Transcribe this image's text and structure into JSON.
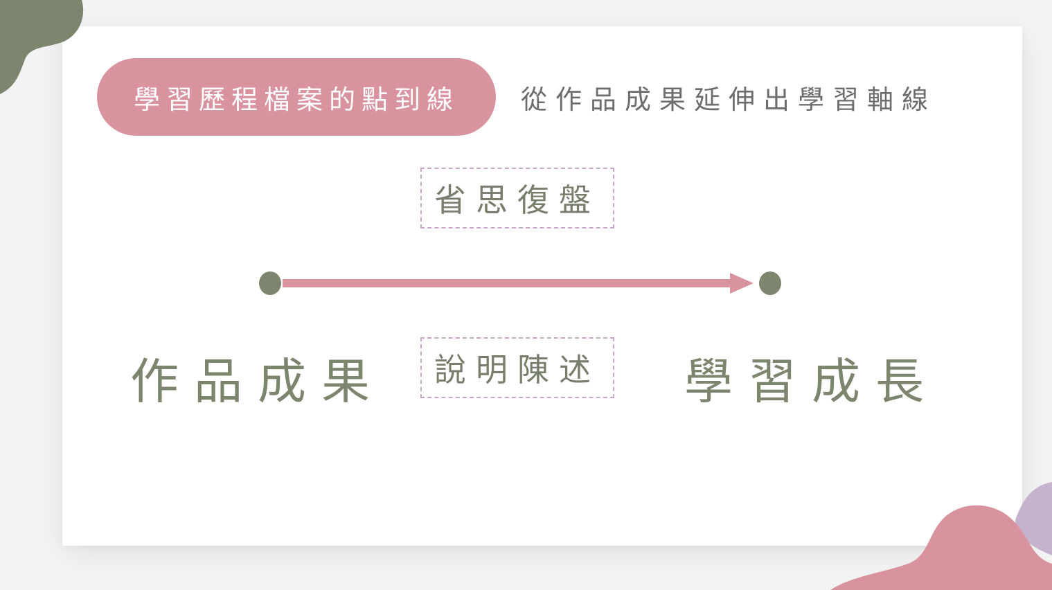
{
  "slide": {
    "title": "學習歷程檔案的點到線",
    "subtitle": "從作品成果延伸出學習軸線",
    "top_box": "省思復盤",
    "bottom_box": "說明陳述",
    "left_label": "作品成果",
    "right_label": "學習成長"
  },
  "colors": {
    "pink": "#d9939f",
    "green": "#7c856d",
    "lavender": "#c5b2cc",
    "dashed_border": "#c9a7c9",
    "subtitle_text": "#6d6d6d"
  },
  "icons": {
    "start_node": "dot",
    "end_node": "dot",
    "connector": "arrow-right"
  }
}
